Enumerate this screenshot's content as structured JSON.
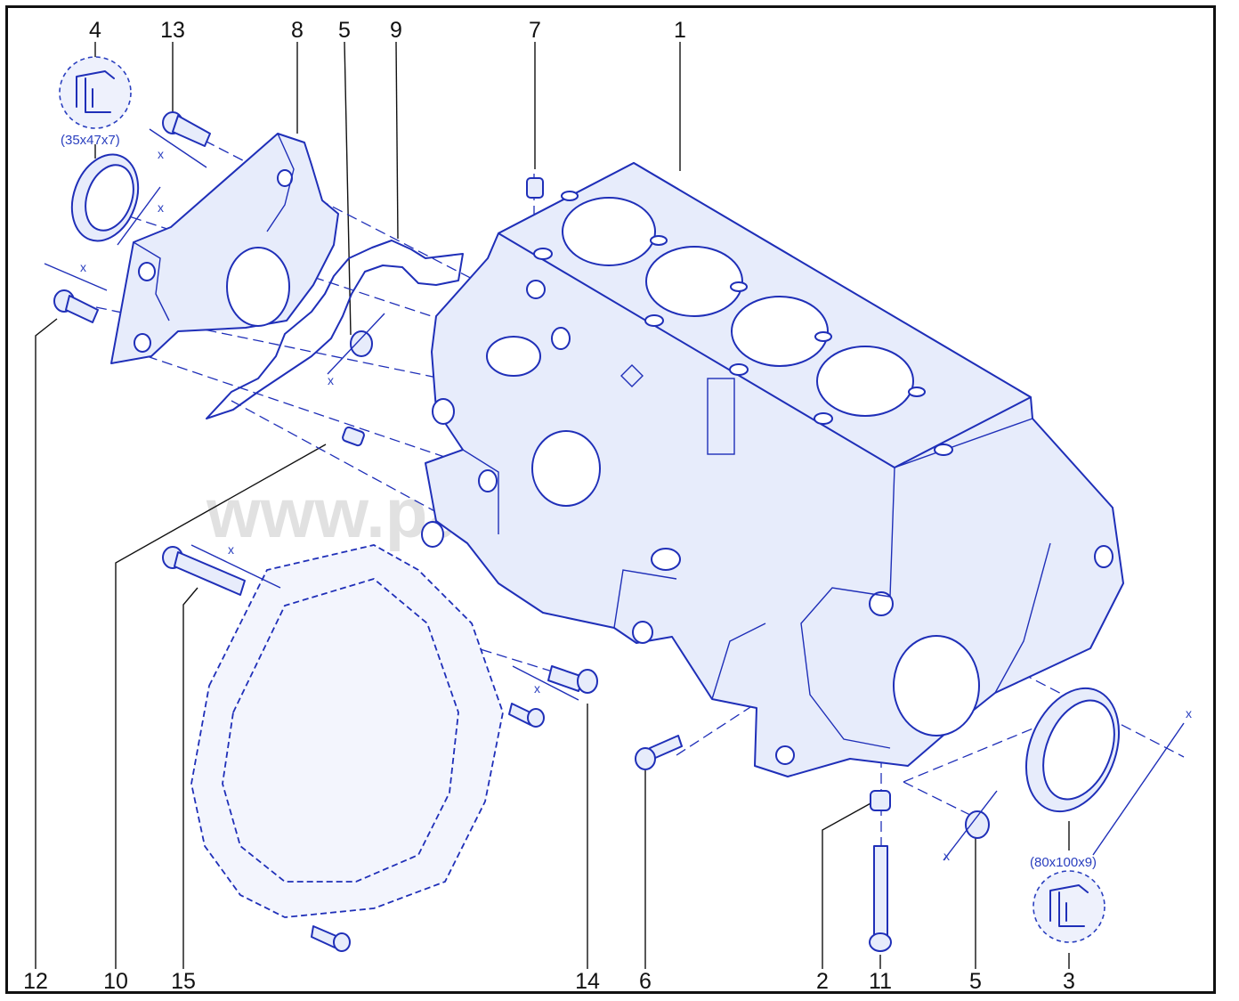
{
  "watermark": "www.partsassistant.com",
  "colors": {
    "line": "#1f2fb8",
    "fill": "#e7ecfb",
    "text": "#111111"
  },
  "dimension_mark": "x",
  "seal_specs": {
    "front": "(35x47x7)",
    "rear": "(80x100x9)"
  },
  "seal_icon": "lip-seal-icon",
  "callouts": {
    "top": [
      "4",
      "13",
      "8",
      "5",
      "9",
      "7",
      "1"
    ],
    "bottom": [
      "12",
      "10",
      "15",
      "14",
      "6",
      "2",
      "11",
      "5",
      "3"
    ]
  }
}
